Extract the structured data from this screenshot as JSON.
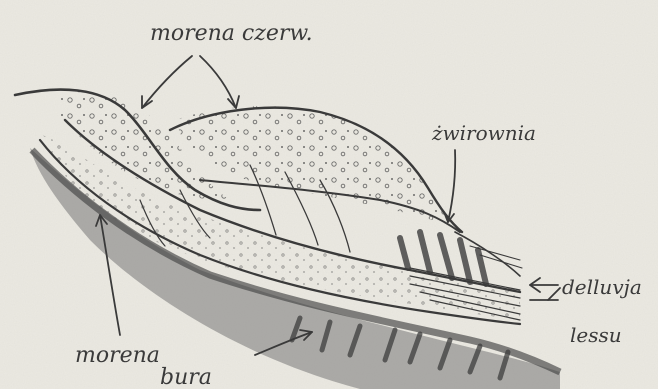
{
  "labels": {
    "morena_czerw": "morena czerw.",
    "zwirownia": "żwirownia",
    "delluwja_line1": "delluvja",
    "delluwja_line2": "lessu",
    "morena_bura_line1": "morena",
    "morena_bura_line2": "bura"
  },
  "colors": {
    "paper": "#ebe9e2",
    "pencil": "#3a3a3a",
    "shade_dark": "#5a5a5a",
    "shade_light": "#9a9a9a"
  }
}
